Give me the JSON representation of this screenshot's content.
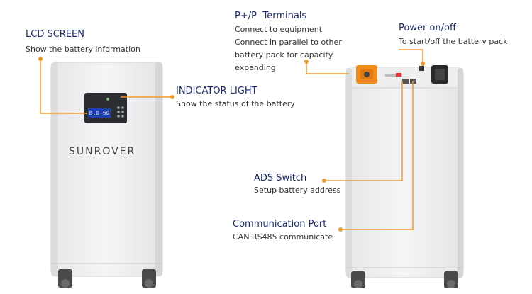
{
  "brand": "SUNROVER",
  "lcd_display": "8.0 60",
  "accent_color": "#f29a2e",
  "callouts": {
    "lcd_screen": {
      "title": "LCD SCREEN",
      "desc": "Show the battery information"
    },
    "indicator_light": {
      "title": "INDICATOR LIGHT",
      "desc": "Show the status of the battery"
    },
    "terminals": {
      "title": "P+/P- Terminals",
      "lines": [
        "Connect to equipment",
        "Connect in parallel to other",
        "battery pack for capacity",
        "expanding"
      ]
    },
    "power": {
      "title": "Power on/off",
      "desc": "To start/off the battery pack"
    },
    "ads_switch": {
      "title": "ADS Switch",
      "desc": "Setup battery address"
    },
    "comm_port": {
      "title": "Communication Port",
      "desc": "CAN RS485 communicate"
    }
  }
}
